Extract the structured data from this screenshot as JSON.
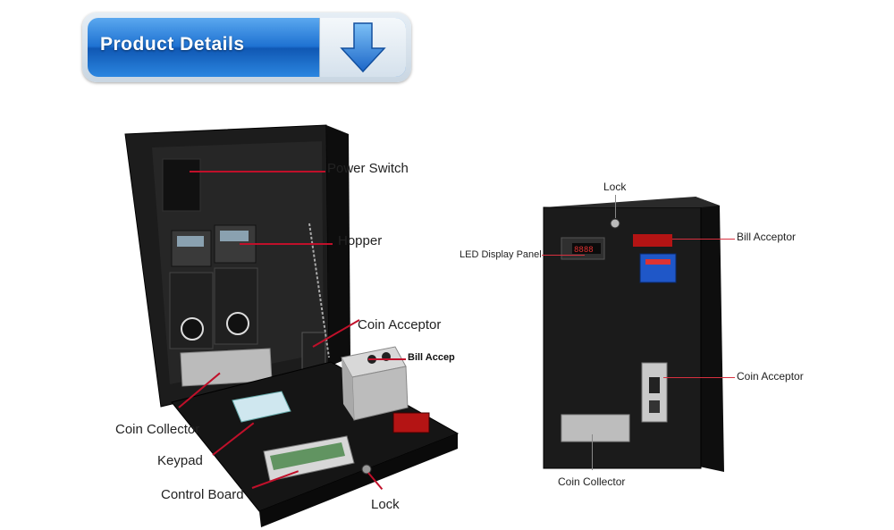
{
  "banner": {
    "title": "Product Details",
    "arrow_icon": "down-arrow-icon",
    "colors": {
      "blue_top": "#5aa8ef",
      "blue_bottom": "#1058b4",
      "arrow": "#2a78d8"
    }
  },
  "left_image": {
    "labels": {
      "power_switch": "Power Switch",
      "hopper": "Hopper",
      "coin_acceptor": "Coin Acceptor",
      "bill_acceptor": "Bill Accep",
      "coin_collector": "Coin Collector",
      "keypad": "Keypad",
      "control_board": "Control Board",
      "lock": "Lock"
    }
  },
  "right_image": {
    "labels": {
      "lock": "Lock",
      "led_display_panel": "LED Display Panel",
      "bill_acceptor": "Bill Acceptor",
      "coin_acceptor": "Coin Acceptor",
      "coin_collector": "Coin Collector"
    },
    "display_value": "8888"
  },
  "colors": {
    "leader_line": "#c0102a",
    "cabinet": "#1a1a1a"
  }
}
